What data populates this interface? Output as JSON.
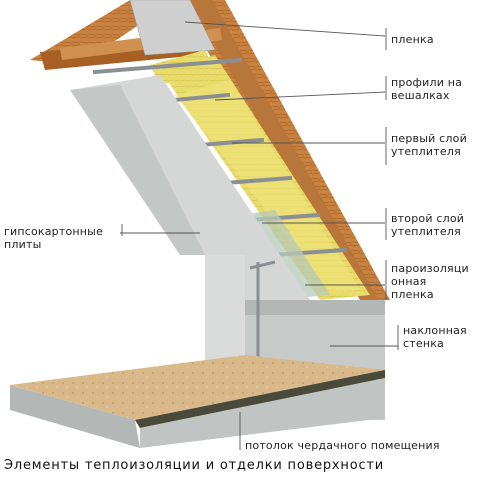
{
  "diagram": {
    "caption": "Элементы теплоизоляции и отделки поверхности",
    "callouts": {
      "film": "пленка",
      "profiles": "профили на\nвешалках",
      "insulation_1": "первый слой\nутеплителя",
      "insulation_2": "второй слой\nутеплителя",
      "vapor_barrier": "пароизоляци\nонная\nпленка",
      "drywall": "гипсокартонные\nплиты",
      "sloped_wall": "наклонная\nстенка",
      "attic_ceiling": "потолок чердачного помещения"
    },
    "colors": {
      "wood": "#c9823f",
      "wood_dark": "#9a5a22",
      "insulation": "#e8dc6a",
      "drywall": "#d4d7d6",
      "drywall_shade": "#b8bcbb",
      "floor": "#d9b98a",
      "leader": "#555555"
    }
  }
}
